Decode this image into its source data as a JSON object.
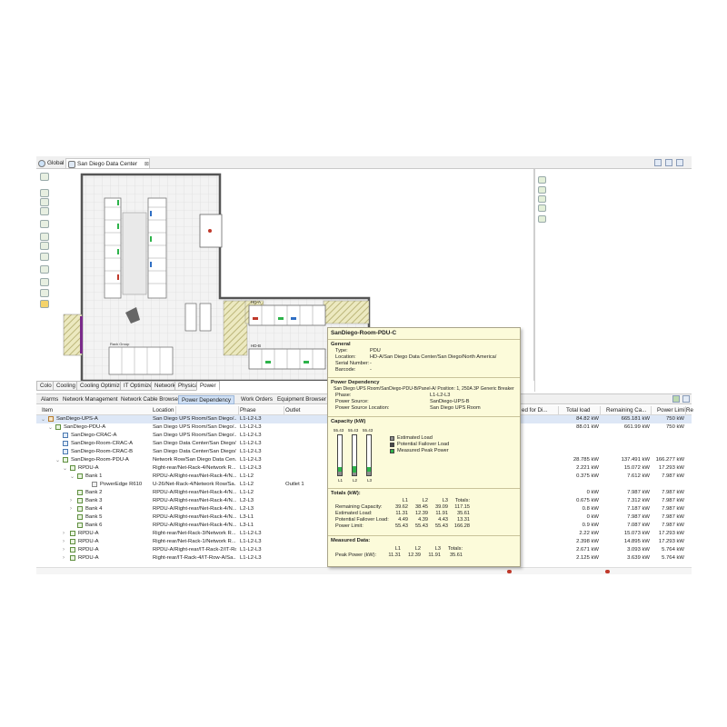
{
  "editor_tabs": [
    {
      "label": "Global"
    },
    {
      "label": "San Diego Data Center",
      "close": "⊠"
    }
  ],
  "floor_plan": {
    "labels": [
      {
        "text": "HD-A"
      },
      {
        "text": "HD-B"
      },
      {
        "text": "Rack Group"
      }
    ]
  },
  "view_tabs": [
    "Colo",
    "Cooling",
    "Cooling Optimize",
    "IT Optimize",
    "Network",
    "Physical",
    "Power"
  ],
  "bottom_tabs": [
    "Alarms",
    "Network Management",
    "Network Cable Browser",
    "Power Dependency",
    "Work Orders",
    "Equipment Browser"
  ],
  "grid": {
    "columns": [
      "Item",
      "Location",
      "Phase",
      "Outlet",
      "ed for Di...",
      "Total load",
      "Remaining Ca...",
      "Power Limit",
      "Re"
    ],
    "rows": [
      {
        "item": "SanDiego-UPS-A",
        "location": "San Diego UPS Room/San Diego/...",
        "phase": "L1-L2-L3",
        "outlet": "",
        "total": "84.82 kW",
        "remaining": "665.181 kW",
        "limit": "750 kW"
      },
      {
        "item": "SanDiego-PDU-A",
        "location": "San Diego UPS Room/San Diego/...",
        "phase": "L1-L2-L3",
        "outlet": "",
        "total": "88.01 kW",
        "remaining": "661.99 kW",
        "limit": "750 kW"
      },
      {
        "item": "SanDiego-CRAC-A",
        "location": "San Diego UPS Room/San Diego/...",
        "phase": "L1-L2-L3",
        "outlet": "",
        "total": "",
        "remaining": "",
        "limit": ""
      },
      {
        "item": "SanDiego-Room-CRAC-A",
        "location": "San Diego Data Center/San Diego/...",
        "phase": "L1-L2-L3",
        "outlet": "",
        "total": "",
        "remaining": "",
        "limit": ""
      },
      {
        "item": "SanDiego-Room-CRAC-B",
        "location": "San Diego Data Center/San Diego/...",
        "phase": "L1-L2-L3",
        "outlet": "",
        "total": "",
        "remaining": "",
        "limit": ""
      },
      {
        "item": "SanDiego-Room-PDU-A",
        "location": "Network Row/San Diego Data Cen...",
        "phase": "L1-L2-L3",
        "outlet": "",
        "total": "28.785 kW",
        "remaining": "137.491 kW",
        "limit": "166.277 kW"
      },
      {
        "item": "RPDU-A",
        "location": "Right-rear/Net-Rack-4/Network R...",
        "phase": "L1-L2-L3",
        "outlet": "",
        "total": "2.221 kW",
        "remaining": "15.072 kW",
        "limit": "17.293 kW"
      },
      {
        "item": "Bank 1",
        "location": "RPDU-A/Right-rear/Net-Rack-4/N...",
        "phase": "L1-L2",
        "outlet": "",
        "total": "0.375 kW",
        "remaining": "7.612 kW",
        "limit": "7.987 kW"
      },
      {
        "item": "PowerEdge R610",
        "location": "U-26/Net-Rack-4/Network Row/Sa...",
        "phase": "L1-L2",
        "outlet": "Outlet 1",
        "total": "",
        "remaining": "",
        "limit": ""
      },
      {
        "item": "Bank 2",
        "location": "RPDU-A/Right-rear/Net-Rack-4/N...",
        "phase": "L1-L2",
        "outlet": "",
        "total": "0 kW",
        "remaining": "7.987 kW",
        "limit": "7.987 kW"
      },
      {
        "item": "Bank 3",
        "location": "RPDU-A/Right-rear/Net-Rack-4/N...",
        "phase": "L2-L3",
        "outlet": "",
        "total": "0.675 kW",
        "remaining": "7.312 kW",
        "limit": "7.987 kW"
      },
      {
        "item": "Bank 4",
        "location": "RPDU-A/Right-rear/Net-Rack-4/N...",
        "phase": "L2-L3",
        "outlet": "",
        "total": "0.8 kW",
        "remaining": "7.187 kW",
        "limit": "7.987 kW"
      },
      {
        "item": "Bank 5",
        "location": "RPDU-A/Right-rear/Net-Rack-4/N...",
        "phase": "L3-L1",
        "outlet": "",
        "total": "0 kW",
        "remaining": "7.987 kW",
        "limit": "7.987 kW"
      },
      {
        "item": "Bank 6",
        "location": "RPDU-A/Right-rear/Net-Rack-4/N...",
        "phase": "L3-L1",
        "outlet": "",
        "total": "0.9 kW",
        "remaining": "7.087 kW",
        "limit": "7.987 kW"
      },
      {
        "item": "RPDU-A",
        "location": "Right-rear/Net-Rack-3/Network R...",
        "phase": "L1-L2-L3",
        "outlet": "",
        "total": "2.22 kW",
        "remaining": "15.073 kW",
        "limit": "17.293 kW"
      },
      {
        "item": "RPDU-A",
        "location": "Right-rear/Net-Rack-1/Network R...",
        "phase": "L1-L2-L3",
        "outlet": "",
        "total": "2.398 kW",
        "remaining": "14.895 kW",
        "limit": "17.293 kW"
      },
      {
        "item": "RPDU-A",
        "location": "RPDU-A/Right-rear/IT-Rack-2/IT-Row-A/Sa...",
        "phase": "L1-L2-L3",
        "outlet": "",
        "total": "2.671 kW",
        "remaining": "3.093 kW",
        "limit": "5.764 kW"
      },
      {
        "item": "RPDU-A",
        "location": "Right-rear/IT-Rack-4/IT-Row-A/Sa...",
        "phase": "L1-L2-L3",
        "outlet": "",
        "total": "2.125 kW",
        "remaining": "3.639 kW",
        "limit": "5.764 kW"
      }
    ]
  },
  "tooltip": {
    "title": "SanDiego-Room-PDU-C",
    "general": {
      "heading": "General",
      "type_label": "Type:",
      "type_value": "PDU",
      "location_label": "Location:",
      "location_value": "HD-A/San Diego Data Center/San Diego/North America/",
      "serial_label": "Serial Number:",
      "serial_value": "-",
      "barcode_label": "Barcode:",
      "barcode_value": "-"
    },
    "power_dependency": {
      "heading": "Power Dependency",
      "path": "San Diego UPS Room/SanDiego-PDU-B/Panel-A/ Position:  1, 250A 3P Generic Breaker",
      "phase_label": "Phase:",
      "phase_value": "L1-L2-L3",
      "source_label": "Power Source:",
      "source_value": "SanDiego-UPS-B",
      "source_loc_label": "Power Source Location:",
      "source_loc_value": "San Diego UPS Room"
    },
    "capacity": {
      "heading": "Capacity (kW)",
      "bars": [
        {
          "phase": "L1",
          "limit": "55.43",
          "estimated": 4.49,
          "peak": 11.31,
          "max": 55.43
        },
        {
          "phase": "L2",
          "limit": "55.43",
          "estimated": 4.39,
          "peak": 12.39,
          "max": 55.43
        },
        {
          "phase": "L3",
          "limit": "55.43",
          "estimated": 4.43,
          "peak": 11.91,
          "max": 55.43
        }
      ],
      "legend": [
        {
          "label": "Estimated Load",
          "color": "#8e8e8e"
        },
        {
          "label": "Potential Failover Load",
          "color": "#4a4a4a"
        },
        {
          "label": "Measured Peak Power",
          "color": "#2db34a"
        }
      ]
    },
    "totals": {
      "heading": "Totals (kW):",
      "columns": [
        "L1",
        "L2",
        "L3",
        "Totals:"
      ],
      "rows": [
        {
          "label": "Remaining Capacity:",
          "values": [
            "39.62",
            "38.45",
            "39.09",
            "117.15"
          ]
        },
        {
          "label": "Estimated Load:",
          "values": [
            "11.31",
            "12.39",
            "11.91",
            "35.61"
          ]
        },
        {
          "label": "Potential Failover Load:",
          "values": [
            "4.49",
            "4.39",
            "4.43",
            "13.31"
          ]
        },
        {
          "label": "Power Limit:",
          "values": [
            "55.43",
            "55.43",
            "55.43",
            "166.28"
          ]
        }
      ]
    },
    "measured": {
      "heading": "Measured Data:",
      "columns": [
        "L1",
        "L2",
        "L3",
        "Totals:"
      ],
      "row_label": "Peak Power (kW):",
      "values": [
        "11.31",
        "12.39",
        "11.91",
        "35.61"
      ]
    }
  }
}
